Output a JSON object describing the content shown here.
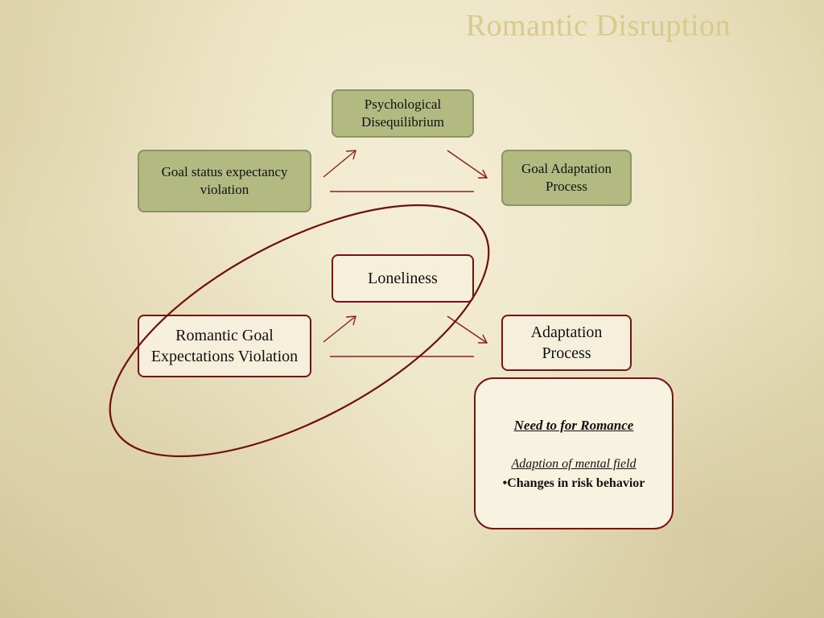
{
  "slide": {
    "title": "Romantic Disruption"
  },
  "top_row": {
    "left_box": "Goal status expectancy violation",
    "middle_box": "Psychological Disequilibrium",
    "right_box": "Goal Adaptation Process"
  },
  "bottom_row": {
    "left_box": "Romantic Goal Expectations Violation",
    "middle_box": "Loneliness",
    "right_box": "Adaptation Process"
  },
  "callout": {
    "heading": "Need to for Romance",
    "subheading": "Adaption of mental field",
    "bullet": "•Changes in risk behavior"
  },
  "colors": {
    "title": "#d9c98c",
    "green_box_fill": "#b2b981",
    "green_box_border": "#8c9366",
    "accent_dark_red": "#7a1414",
    "cream_fill": "#f6efdc"
  }
}
